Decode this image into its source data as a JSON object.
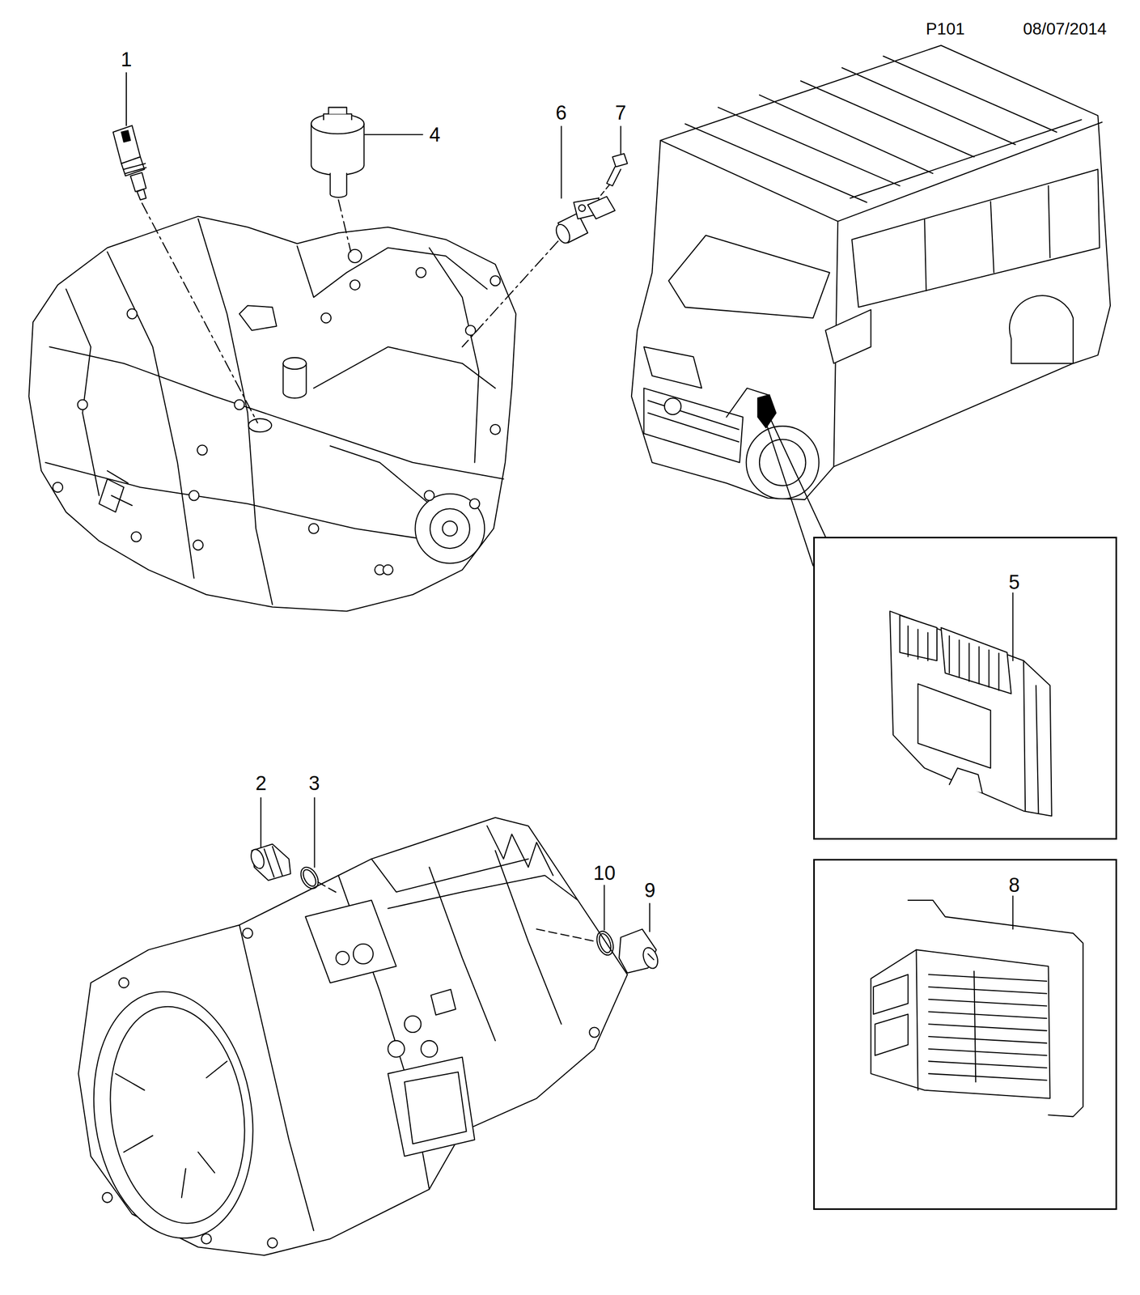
{
  "diagram": {
    "nodes": [
      {
        "text": [
          "5"
        ]
      },
      {
        "text": [
          "8"
        ]
      }
    ],
    "labels": [
      "P101",
      "08/07/2014",
      "1",
      "4",
      "6",
      "7",
      "2",
      "3",
      "10",
      "9"
    ]
  }
}
